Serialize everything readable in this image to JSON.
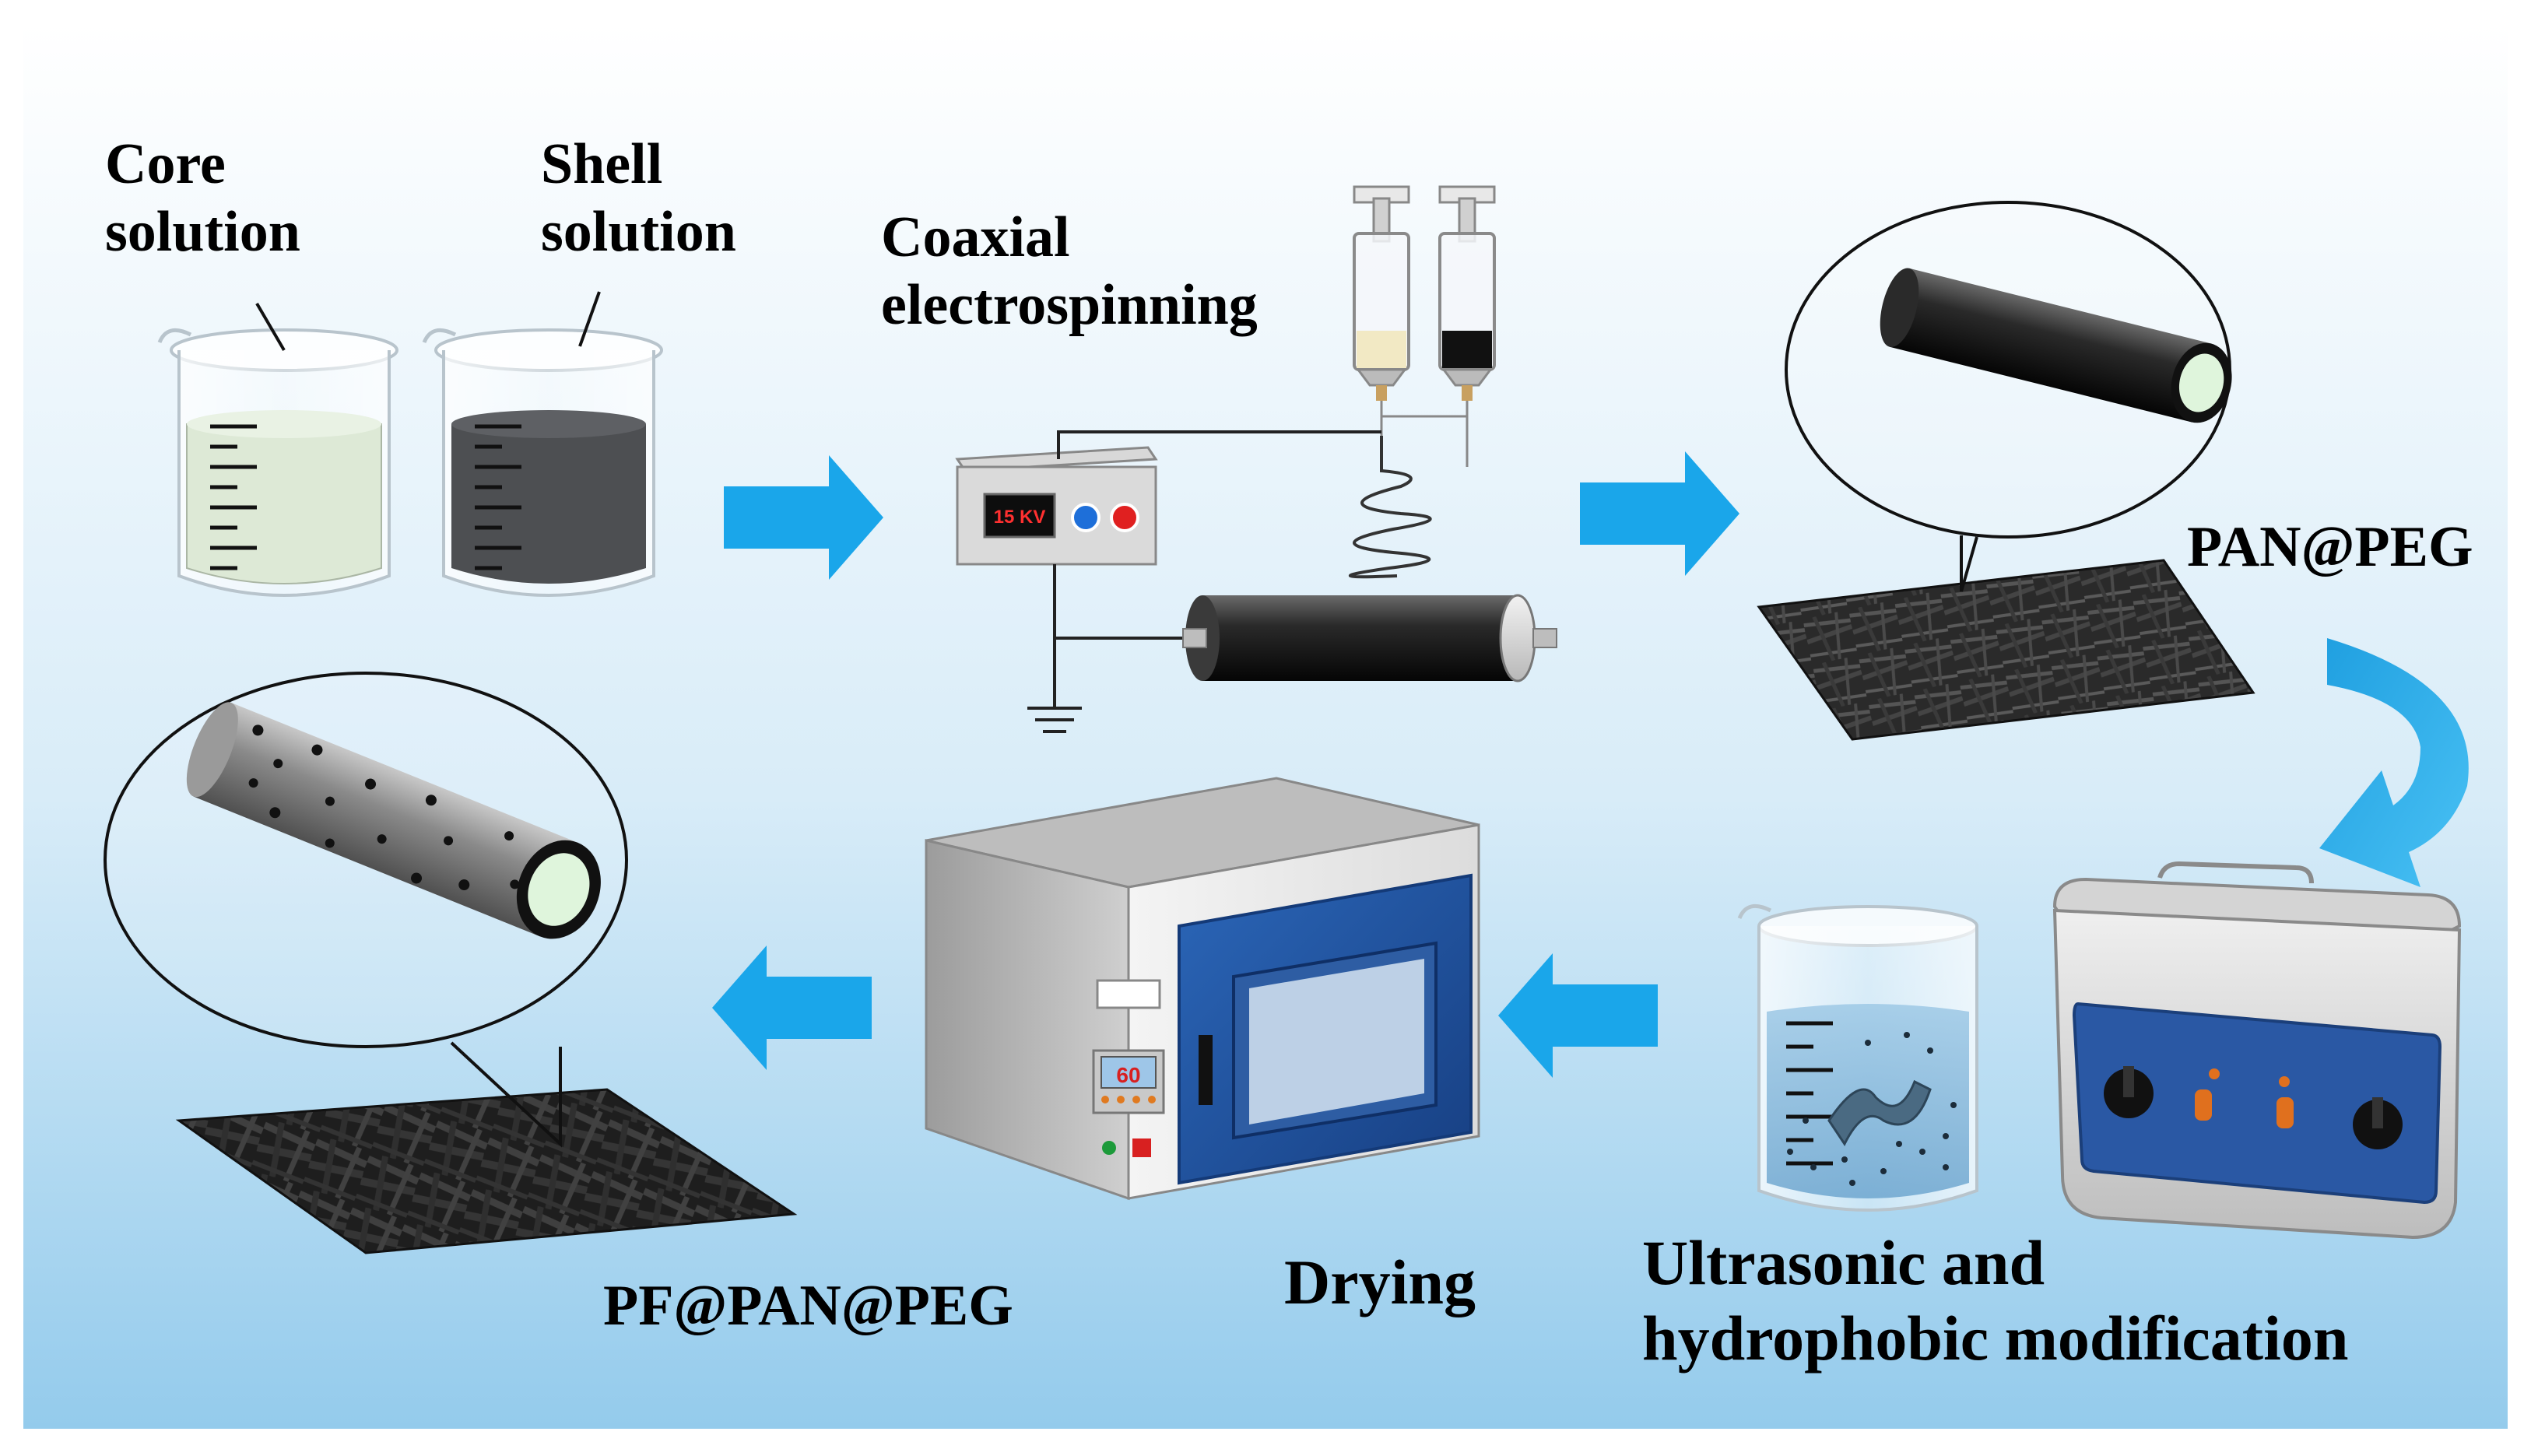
{
  "labels": {
    "core_solution": [
      "Core",
      "solution"
    ],
    "shell_solution": [
      "Shell",
      "solution"
    ],
    "coaxial_electrospinning": [
      "Coaxial",
      "electrospinning"
    ],
    "pan_peg": "PAN@PEG",
    "ultrasonic": [
      "Ultrasonic and",
      "hydrophobic modification"
    ],
    "drying": "Drying",
    "pf_pan_peg": "PF@PAN@PEG"
  },
  "devices": {
    "voltage_readout": "15 KV",
    "oven_temperature": "60"
  },
  "colors": {
    "arrow": "#1aa6ea",
    "background_top": "#ffffff",
    "background_bottom": "#9dd0ee",
    "core_fill": "#dff0d4",
    "shell_fill": "#4d4f52",
    "fiber": "#1f1f1f",
    "oven_door": "#1f4f9a",
    "bath_panel": "#2a58a4"
  }
}
